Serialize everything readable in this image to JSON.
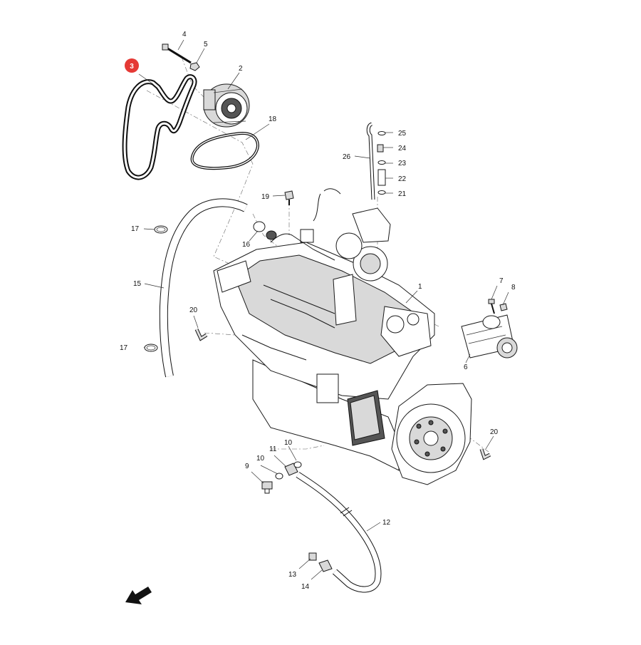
{
  "diagram": {
    "highlight_color": "#e53935",
    "highlighted_callout": "3",
    "callouts": {
      "c1": "1",
      "c2": "2",
      "c3": "3",
      "c4": "4",
      "c5": "5",
      "c6": "6",
      "c7": "7",
      "c8": "8",
      "c9": "9",
      "c10a": "10",
      "c10b": "10",
      "c11": "11",
      "c12": "12",
      "c13": "13",
      "c14": "14",
      "c15": "15",
      "c16": "16",
      "c17a": "17",
      "c17b": "17",
      "c18": "18",
      "c19": "19",
      "c20a": "20",
      "c20b": "20",
      "c21": "21",
      "c22": "22",
      "c23": "23",
      "c24": "24",
      "c25": "25",
      "c26": "26"
    },
    "direction_arrow_icon": "front-direction-arrow-icon"
  }
}
